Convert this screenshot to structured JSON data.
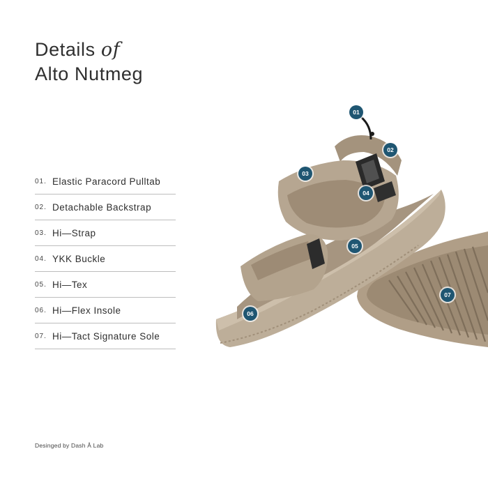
{
  "header": {
    "title_word": "Details",
    "title_of": "of",
    "title_line2": "Alto Nutmeg"
  },
  "specs": [
    {
      "num": "01.",
      "label": "Elastic Paracord Pulltab"
    },
    {
      "num": "02.",
      "label": "Detachable Backstrap"
    },
    {
      "num": "03.",
      "label": "Hi—Strap"
    },
    {
      "num": "04.",
      "label": "YKK Buckle"
    },
    {
      "num": "05.",
      "label": "Hi—Tex"
    },
    {
      "num": "06.",
      "label": "Hi—Flex Insole"
    },
    {
      "num": "07.",
      "label": "Hi—Tact Signature Sole"
    }
  ],
  "markers": [
    "01",
    "02",
    "03",
    "04",
    "05",
    "06",
    "07"
  ],
  "footer": {
    "credit": "Desinged by Dash Å Lab"
  },
  "colors": {
    "marker": "#1f5672",
    "sandal": "#b5a591",
    "text": "#2e2e2e"
  },
  "product_image": {
    "icon": "sandal-illustration"
  }
}
